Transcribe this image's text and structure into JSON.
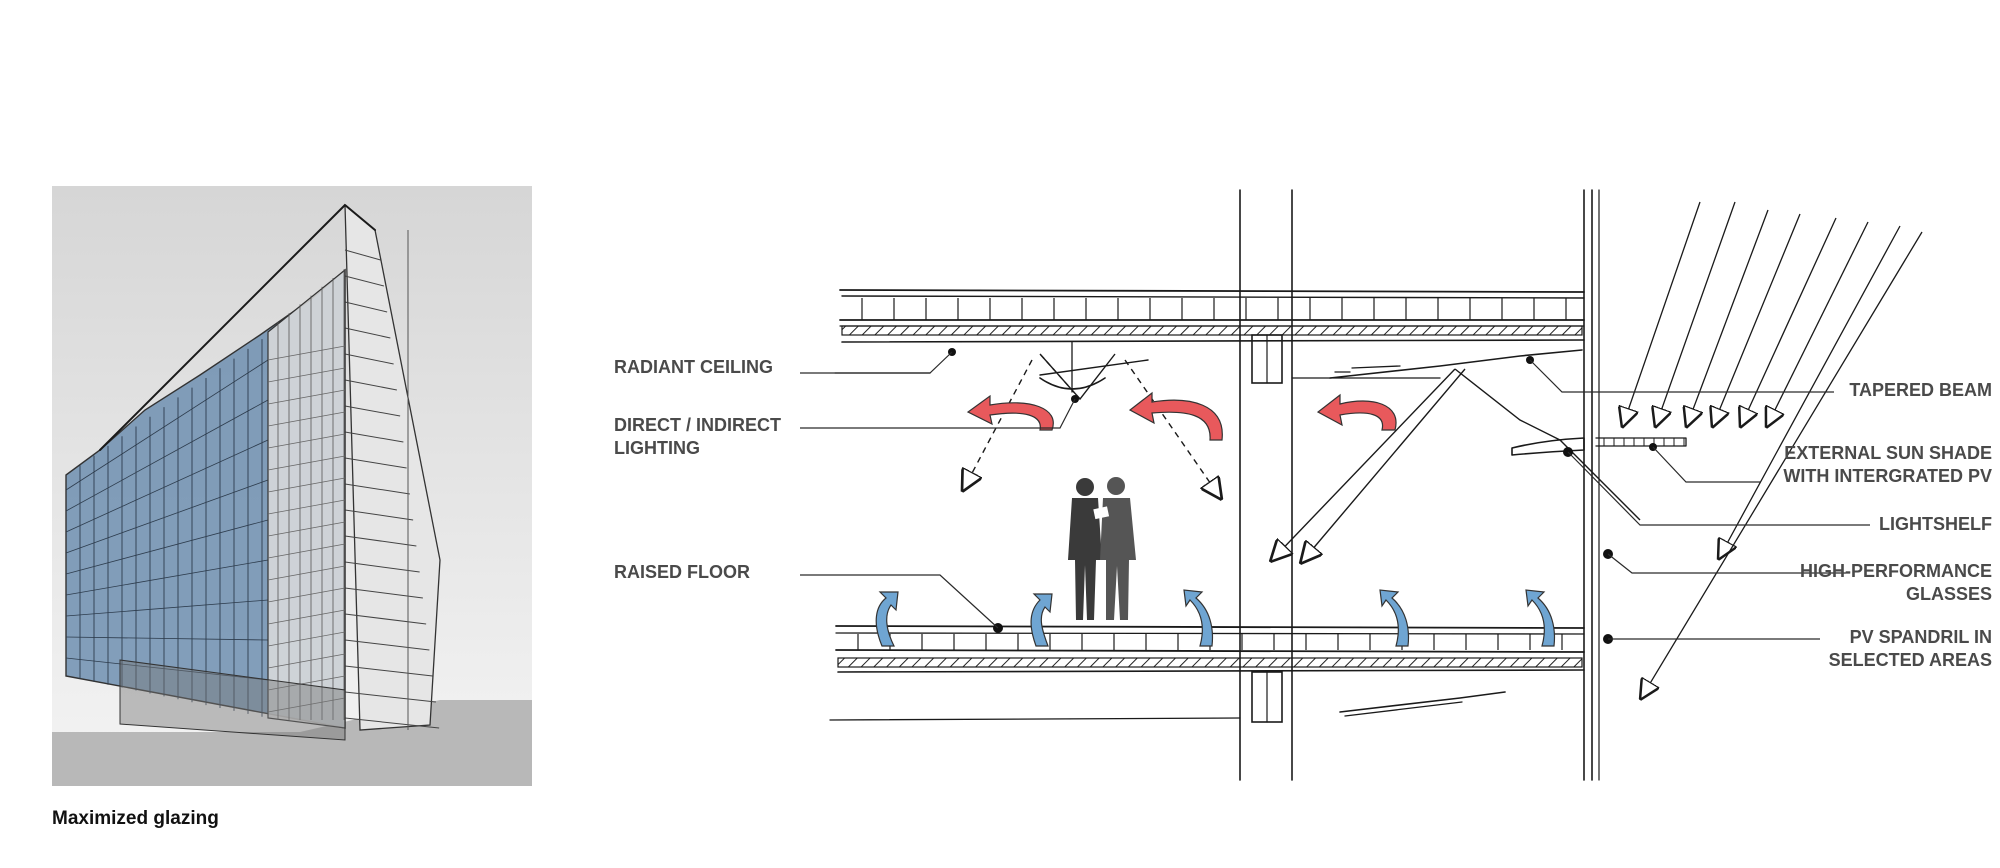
{
  "caption": "Maximized glazing",
  "labels_left": {
    "radiant_ceiling": "RADIANT CEILING",
    "lighting_1": "DIRECT / INDIRECT",
    "lighting_2": "LIGHTING",
    "raised_floor": "RAISED FLOOR"
  },
  "labels_right": {
    "tapered_beam": "TAPERED BEAM",
    "sun_shade_1": "EXTERNAL SUN SHADE",
    "sun_shade_2": "WITH INTERGRATED PV",
    "lightshelf": "LIGHTSHELF",
    "glasses_1": "HIGH-PERFORMANCE",
    "glasses_2": "GLASSES",
    "spandril_1": "PV SPANDRIL IN",
    "spandril_2": "SELECTED AREAS"
  },
  "colors": {
    "warm_air": "#e8595c",
    "cool_air": "#6fa5d2",
    "glazing": "#6f8fb0",
    "ground": "#b8b8b8",
    "label_text": "#4a4a4a"
  }
}
